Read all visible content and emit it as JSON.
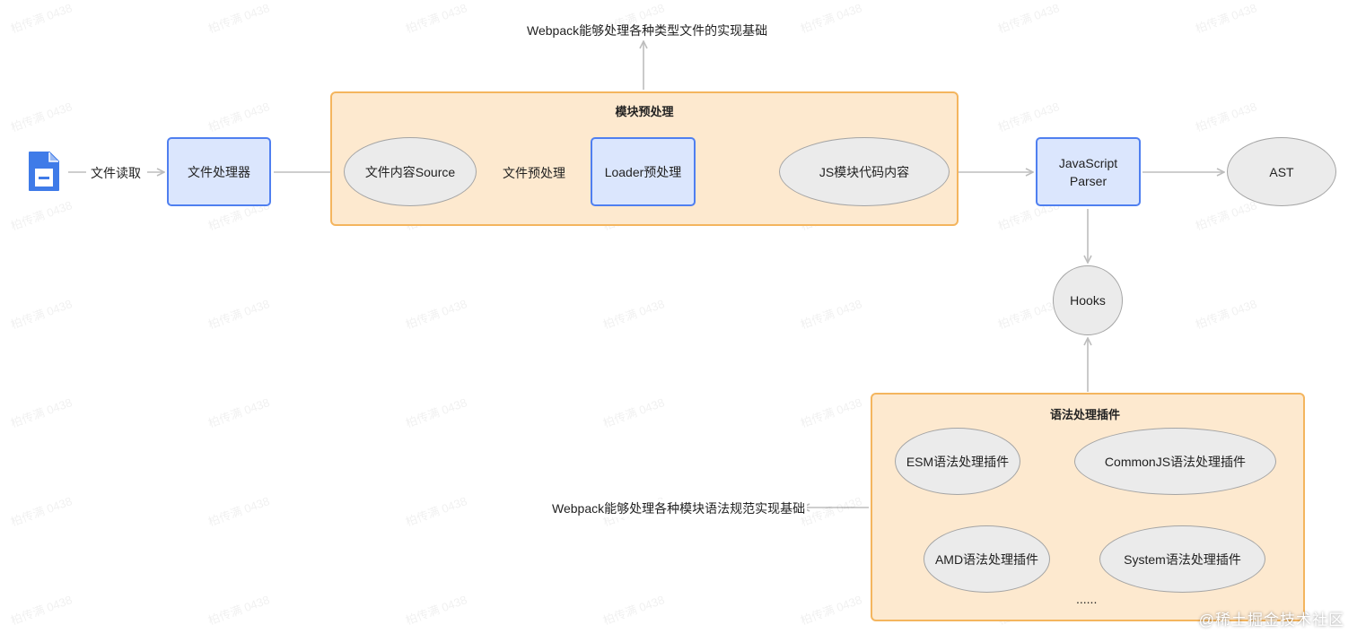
{
  "title": "Webpack能够处理各种类型文件的实现基础",
  "file_icon": "file-icon",
  "edge_labels": {
    "read": "文件读取",
    "preprocess": "文件预处理"
  },
  "nodes": {
    "file_processor": "文件处理器",
    "content_source": "文件内容Source",
    "loader": "Loader预处理",
    "js_content": "JS模块代码内容",
    "parser": "JavaScript\nParser",
    "ast": "AST",
    "hooks": "Hooks"
  },
  "groups": {
    "preprocess": {
      "title": "模块预处理"
    },
    "syntax_plugins": {
      "title": "语法处理插件",
      "items": [
        "ESM语法处理插件",
        "CommonJS语法处理插件",
        "AMD语法处理插件",
        "System语法处理插件"
      ],
      "more": "......"
    }
  },
  "bottom_note": "Webpack能够处理各种模块语法规范实现基础",
  "watermark": "柏传满 0438",
  "site_mark": "@稀土掘金技术社区",
  "colors": {
    "box_fill": "#dbe6fd",
    "box_border": "#4f7ff0",
    "group_fill": "#fde9cf",
    "group_border": "#f4b55e",
    "ellipse_fill": "#ebebeb",
    "ellipse_border": "#a4a4a4",
    "arrow": "#bdbdbd",
    "icon": "#3f7be8"
  }
}
